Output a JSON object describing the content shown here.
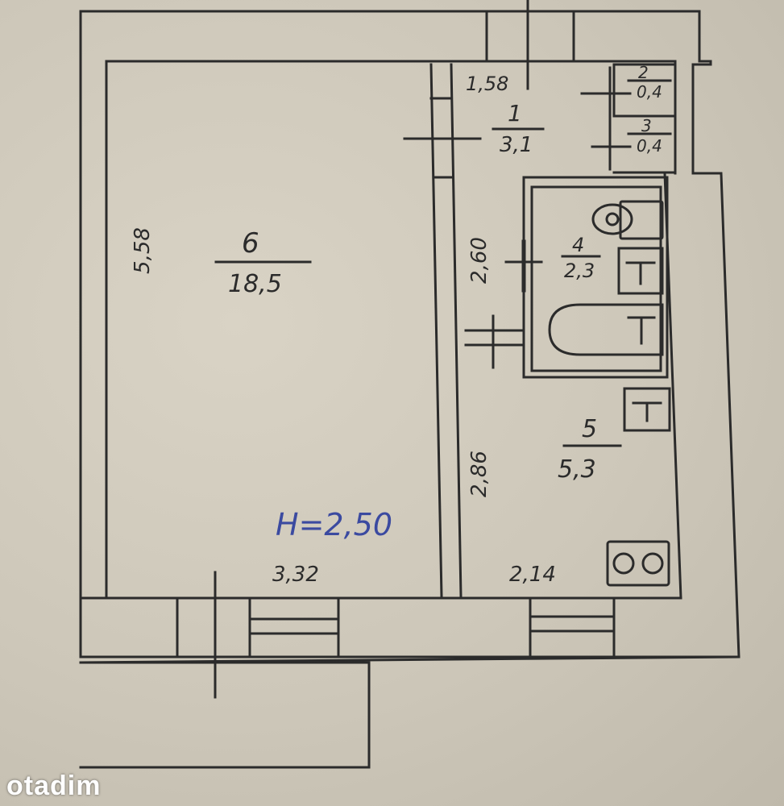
{
  "rooms": [
    {
      "id": "1",
      "area": "3,1"
    },
    {
      "id": "2",
      "area": "0,4"
    },
    {
      "id": "3",
      "area": "0,4"
    },
    {
      "id": "4",
      "area": "2,3"
    },
    {
      "id": "5",
      "area": "5,3"
    },
    {
      "id": "6",
      "area": "18,5"
    }
  ],
  "dimensions": {
    "room6_length": "5,58",
    "room6_width": "3,32",
    "kitchen_width": "2,14",
    "hall_width": "1,58",
    "corridor_upper": "2,60",
    "corridor_lower": "2,86"
  },
  "ceiling_height": "H=2,50",
  "watermark": "otadim",
  "colors": {
    "paper": "#cdc7b9",
    "ink": "#2b2b2b",
    "height_ink": "#3b4aa0",
    "watermark": "#ffffff"
  }
}
